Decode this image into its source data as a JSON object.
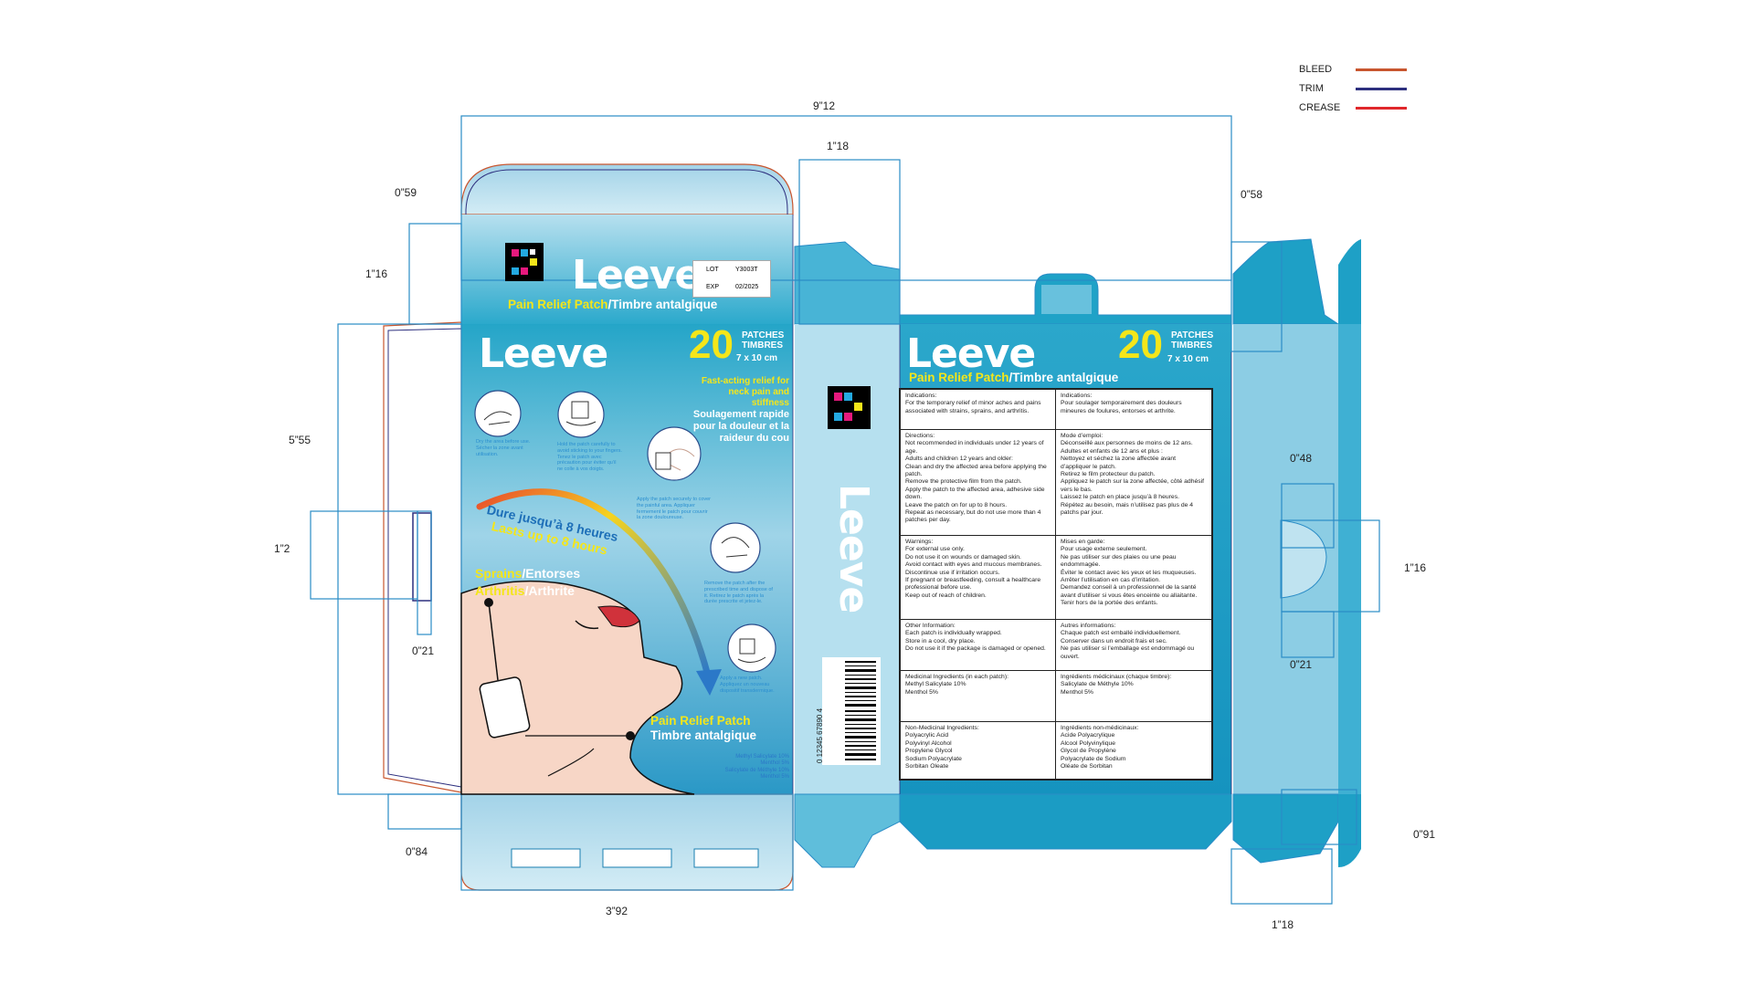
{
  "legend": [
    {
      "label": "BLEED",
      "color": "#c8562f"
    },
    {
      "label": "TRIM",
      "color": "#2d2f7e"
    },
    {
      "label": "CREASE",
      "color": "#e0272b"
    }
  ],
  "dimensions": {
    "total_width": "9”12",
    "side_width_top": "1”18",
    "tuck_left": "0”59",
    "tuck_right": "0”58",
    "top_flap_height": "1”16",
    "panel_height": "5”55",
    "hang_tab": "1”2",
    "hang_tab_small": "0”21",
    "bottom_flap": "0”84",
    "front_width": "3”92",
    "right_flap": "0”48",
    "right_lock": "1”16",
    "right_lock_small": "0”21",
    "right_bottom_flap": "0”91",
    "side_width_bottom": "1”18"
  },
  "brand": {
    "name": "Leeve",
    "product_en": "Pain Relief Patch",
    "product_fr": "/Timbre antalgique",
    "count": "20",
    "count_en": "PATCHES",
    "count_fr": "TIMBRES",
    "size": "7 x 10 cm"
  },
  "lot": {
    "lot_label": "LOT",
    "lot_value": "Y3003T",
    "exp_label": "EXP",
    "exp_value": "02/2025"
  },
  "front": {
    "claim_en": "Fast-acting relief for neck pain and stiffness",
    "claim_fr": "Soulagement rapide pour la douleur et la raideur du cou",
    "duration_fr": "Dure jusqu’à 8 heures",
    "duration_en": "Lasts up to 8 hours",
    "use1_en": "Sprains",
    "use1_fr": "/Entorses",
    "use2_en": "Arthritis",
    "use2_fr": "/Arthrite",
    "bottom_en": "Pain Relief Patch",
    "bottom_fr": "Timbre antalgique",
    "ingredients": [
      "Methyl Salicylate 10%",
      "Menthol 5%",
      "Salicylate de Méthyle 10%",
      "Menthol 5%"
    ],
    "steps": [
      "Dry the area before use. Sécher la zone avant utilisation.",
      "Hold the patch carefully to avoid sticking to your fingers. Tenez le patch avec précaution pour éviter qu’il ne colle à vos doigts.",
      "Apply the patch securely to cover the painful area. Appliquer fermement le patch pour couvrir la zone douloureuse.",
      "Remove the patch after the prescribed time and dispose of it. Retirez le patch après la durée prescrite et jetez-le.",
      "Apply a new patch. Appliquez un nouveau dispositif transdermique."
    ]
  },
  "barcode": "0 12345 67890 4",
  "info_table": [
    {
      "en": [
        "Indications:",
        "For the temporary relief of minor aches and pains associated with strains, sprains, and arthritis."
      ],
      "fr": [
        "Indications:",
        "Pour soulager temporairement des douleurs mineures de foulures, entorses et arthrite."
      ]
    },
    {
      "en": [
        "Directions:",
        "Not recommended in individuals under 12 years of age.",
        "Adults and children 12 years and older:",
        "Clean and dry the affected area before applying the patch.",
        "Remove the protective film from the patch.",
        "Apply the patch to the affected area, adhesive side down.",
        "Leave the patch on for up to 8 hours.",
        "Repeat as necessary, but do not use more than 4 patches per day."
      ],
      "fr": [
        "Mode d’emploi:",
        "Déconseillé aux personnes de moins de 12 ans.",
        "Adultes et enfants de 12 ans et plus :",
        "Nettoyez et séchez la zone affectée avant d’appliquer le patch.",
        "Retirez le film protecteur du patch.",
        "Appliquez le patch sur la zone affectée, côté adhésif vers le bas.",
        "Laissez le patch en place jusqu’à 8 heures.",
        "Répétez au besoin, mais n’utilisez pas plus de 4 patchs par jour."
      ]
    },
    {
      "en": [
        "Warnings:",
        "For external use only.",
        "Do not use it on wounds or damaged skin.",
        "Avoid contact with eyes and mucous membranes.",
        "Discontinue use if irritation occurs.",
        "If pregnant or breastfeeding, consult a healthcare professional before use.",
        "Keep out of reach of children."
      ],
      "fr": [
        "Mises en garde:",
        "Pour usage externe seulement.",
        "Ne pas utiliser sur des plaies ou une peau endommagée.",
        "Éviter le contact avec les yeux et les muqueuses.",
        "Arrêter l’utilisation en cas d’irritation.",
        "Demandez conseil à un professionnel de la santé avant d’utiliser si vous êtes enceinte ou allaitante.",
        "Tenir hors de la portée des enfants."
      ]
    },
    {
      "en": [
        "Other Information:",
        "Each patch is individually wrapped.",
        "Store in a cool, dry place.",
        "Do not use it if the package is damaged or opened."
      ],
      "fr": [
        "Autres informations:",
        "Chaque patch est emballé individuellement.",
        "Conserver dans un endroit frais et sec.",
        "Ne pas utiliser si l’emballage est endommagé ou ouvert."
      ]
    },
    {
      "en": [
        "Medicinal Ingredients (in each patch):",
        "Methyl Salicylate 10%",
        "Menthol 5%"
      ],
      "fr": [
        "Ingrédients médicinaux (chaque timbre):",
        "Salicylate de Méthyle 10%",
        "Menthol 5%"
      ]
    },
    {
      "en": [
        "Non-Medicinal Ingredients:",
        "Polyacrylic Acid",
        "Polyvinyl Alcohol",
        "Propylene Glycol",
        "Sodium Polyacrylate",
        "Sorbitan Oleate"
      ],
      "fr": [
        "Ingrédients non-médicinaux:",
        "Acide Polyacrylique",
        "Alcool Polyvinylique",
        "Glycol de Propylène",
        "Polyacrylate de Sodium",
        "Oléate de Sorbitan"
      ]
    }
  ],
  "colors": {
    "brand_blue": "#1aa3c4",
    "light_blue": "#a9d8ea",
    "yellow": "#f4e61a",
    "trim": "#2d2f7e",
    "bleed": "#c8562f",
    "dieline": "#2a8cc6"
  }
}
